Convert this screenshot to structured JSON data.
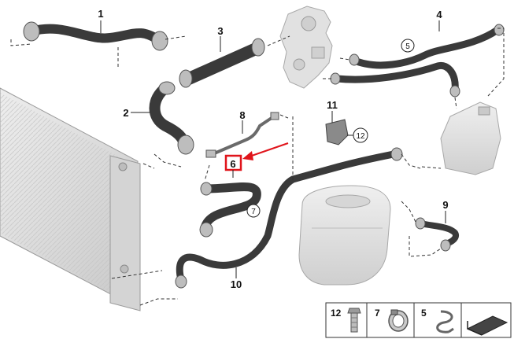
{
  "callouts": {
    "c1": "1",
    "c2": "2",
    "c3": "3",
    "c4": "4",
    "c6": "6",
    "c8": "8",
    "c9": "9",
    "c10": "10",
    "c11": "11"
  },
  "circled": {
    "c5": "5",
    "c7": "7",
    "c12": "12"
  },
  "legend": [
    {
      "label": "12",
      "icon": "bolt-icon"
    },
    {
      "label": "7",
      "icon": "hose-clamp-icon"
    },
    {
      "label": "5",
      "icon": "spring-clip-icon"
    },
    {
      "label": "",
      "icon": "tilted-plate-icon"
    }
  ],
  "colors": {
    "hose": "#3a3a3a",
    "highlight": "#e0141b",
    "component": "#d9d9d9"
  }
}
